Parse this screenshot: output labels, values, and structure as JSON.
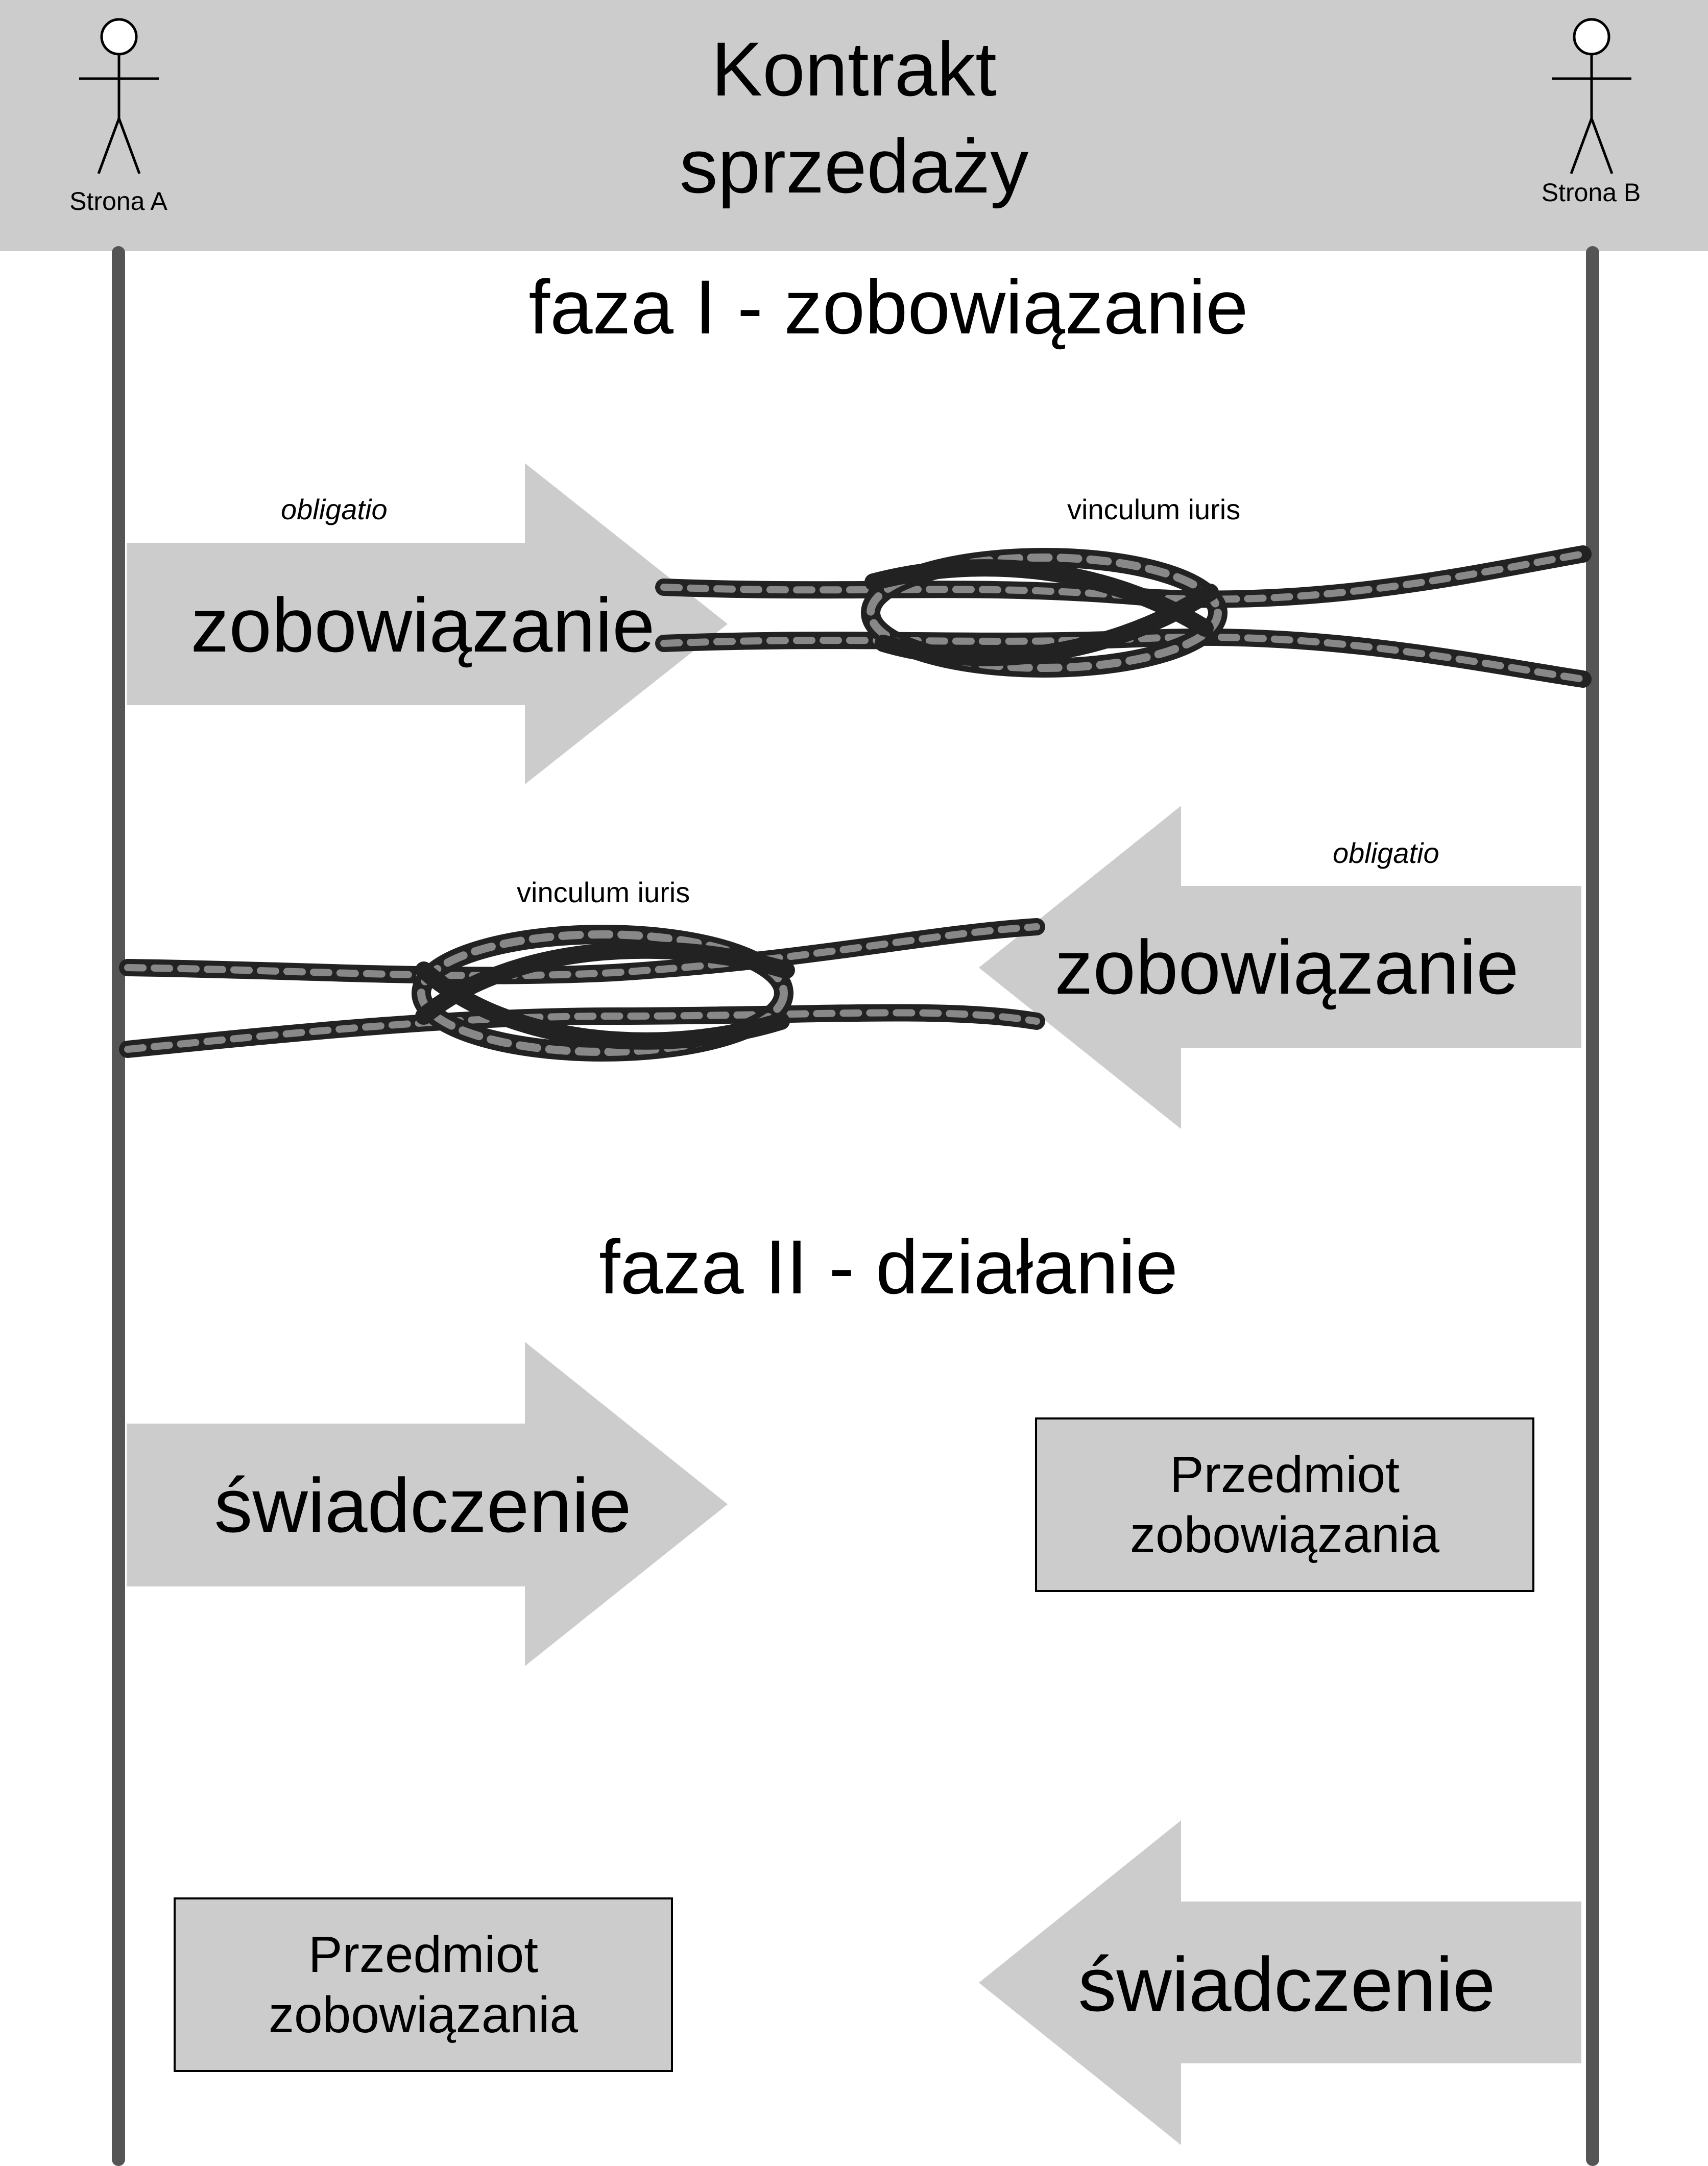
{
  "title": "Kontrakt\nsprzedaży",
  "parties": {
    "left": "Strona A",
    "right": "Strona B"
  },
  "phase1": {
    "heading": "faza I - zobowiązanie",
    "row1": {
      "arrow_label": "zobowiązanie",
      "obligatio": "obligatio",
      "vinculum": "vinculum iuris"
    },
    "row2": {
      "arrow_label": "zobowiązanie",
      "obligatio": "obligatio",
      "vinculum": "vinculum iuris"
    }
  },
  "phase2": {
    "heading": "faza II - działanie",
    "row1": {
      "arrow_label": "świadczenie",
      "box_line1": "Przedmiot",
      "box_line2": "zobowiązania"
    },
    "row2": {
      "arrow_label": "świadczenie",
      "box_line1": "Przedmiot",
      "box_line2": "zobowiązania"
    }
  },
  "colors": {
    "header_bg": "#cccccc",
    "arrow_fill": "#cccccc",
    "lifeline": "#555555",
    "rope": "#444444"
  },
  "icons": [
    "stick-figure-icon",
    "rope-knot-icon"
  ]
}
